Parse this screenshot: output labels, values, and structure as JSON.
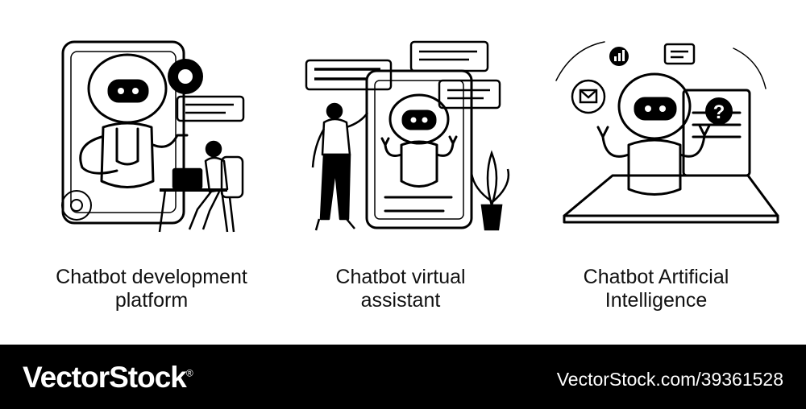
{
  "panels": [
    {
      "caption": "Chatbot development\nplatform"
    },
    {
      "caption": "Chatbot virtual\nassistant"
    },
    {
      "caption": "Chatbot Artificial\nIntelligence"
    }
  ],
  "footer": {
    "brand": "VectorStock",
    "brand_mark": "®",
    "reference": "VectorStock.com/39361528"
  },
  "colors": {
    "ink": "#000000",
    "background": "#ffffff",
    "footer_bg": "#000000",
    "footer_text": "#ffffff"
  },
  "icons": [
    "robot-icon",
    "gear-icon",
    "chat-bubble-icon",
    "laptop-icon",
    "question-icon",
    "chart-icon",
    "mail-icon",
    "plant-icon"
  ]
}
